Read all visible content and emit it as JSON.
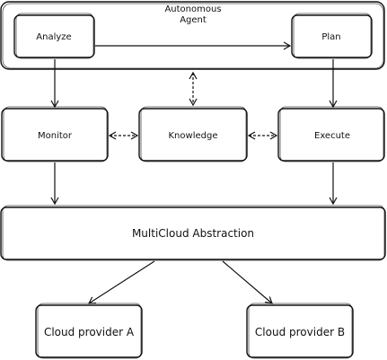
{
  "diagram": {
    "agent_label_line1": "Autonomous",
    "agent_label_line2": "Agent",
    "nodes": {
      "analyze": "Analyze",
      "plan": "Plan",
      "monitor": "Monitor",
      "knowledge": "Knowledge",
      "execute": "Execute",
      "abstraction": "MultiCloud Abstraction",
      "provider_a": "Cloud provider A",
      "provider_b": "Cloud provider B"
    }
  }
}
